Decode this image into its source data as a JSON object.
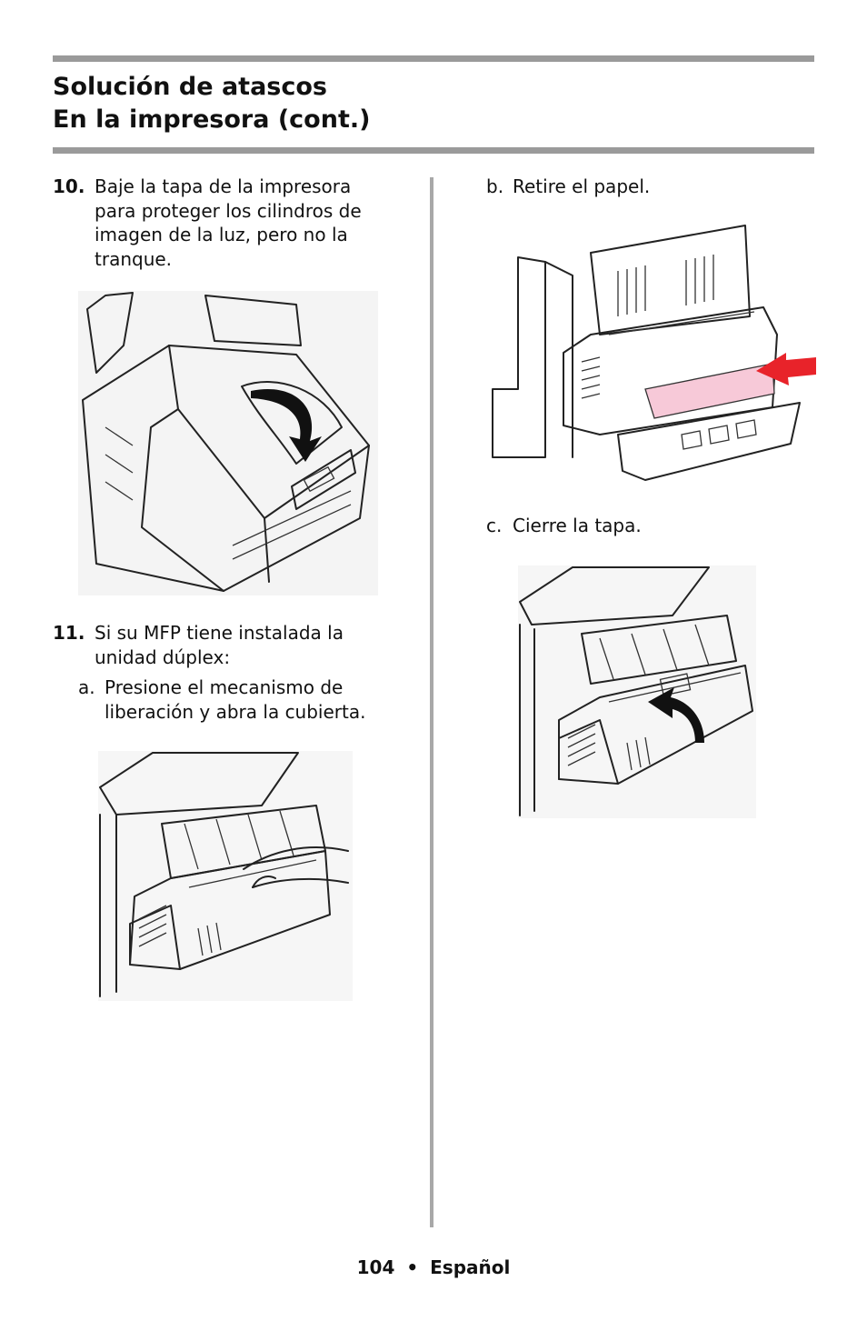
{
  "header": {
    "title_line1": "Solución de atascos",
    "title_line2": "En la impresora (cont.)"
  },
  "left_column": {
    "step10": {
      "number": "10.",
      "text": "Baje la tapa de la impresora para proteger los cilindros de imagen de la luz, pero no la tranque."
    },
    "step11": {
      "number": "11.",
      "text": "Si su MFP tiene instalada la unidad dúplex:",
      "sub_a_letter": "a.",
      "sub_a_text": "Presione el mecanismo de liberación y abra la cubierta."
    }
  },
  "right_column": {
    "sub_b_letter": "b.",
    "sub_b_text": "Retire el papel.",
    "sub_c_letter": "c.",
    "sub_c_text": "Cierre la tapa."
  },
  "footer": {
    "page_number": "104",
    "bullet": "•",
    "language": "Español"
  },
  "colors": {
    "rule": "#9a9a9a",
    "divider": "#a8a8a8",
    "paper_highlight": "#f7c9d8",
    "arrow_red": "#e8232a"
  },
  "illustrations": [
    "printer-lid-closing-illustration",
    "duplex-release-illustration",
    "duplex-paper-removal-illustration",
    "duplex-cover-closing-illustration"
  ]
}
